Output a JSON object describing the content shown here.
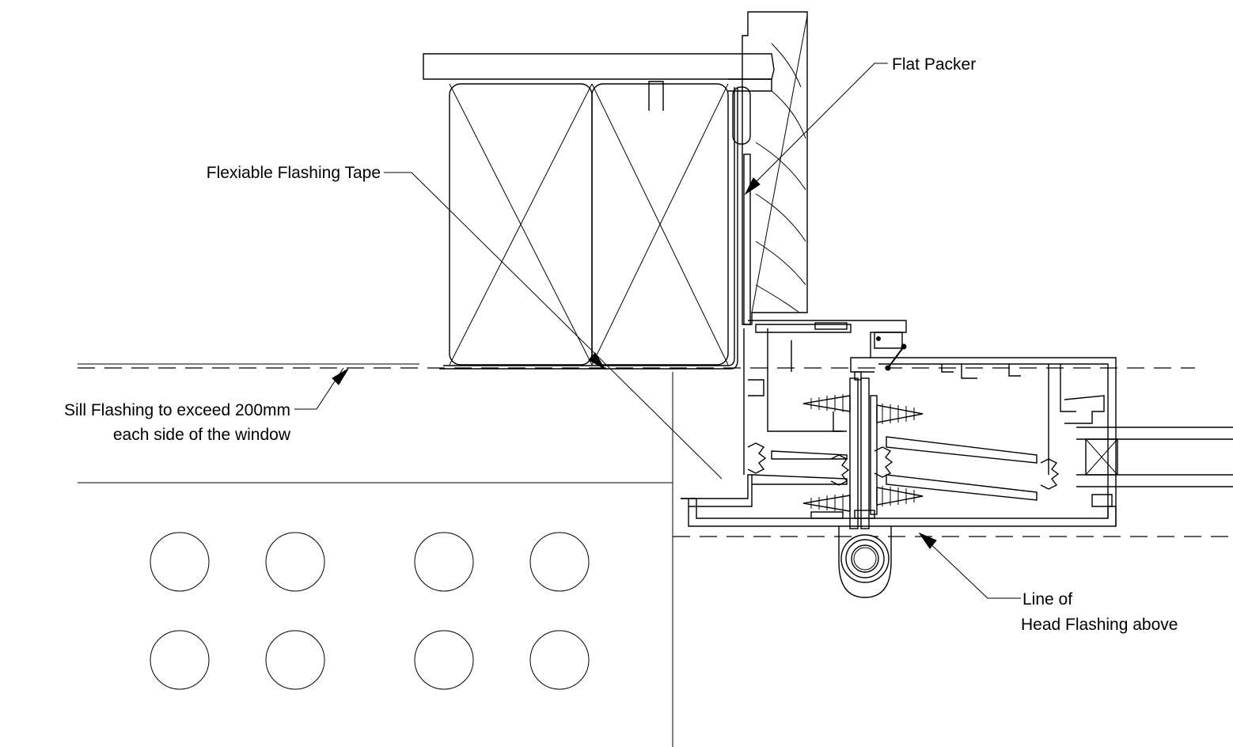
{
  "labels": {
    "flat_packer": "Flat Packer",
    "flashing_tape": "Flexiable Flashing Tape",
    "sill_line1": "Sill Flashing to exceed 200mm",
    "sill_line2": "each side of the window",
    "head_line1": "Line of",
    "head_line2": "Head Flashing above"
  },
  "colors": {
    "ink": "#000000",
    "paper": "#ffffff"
  }
}
